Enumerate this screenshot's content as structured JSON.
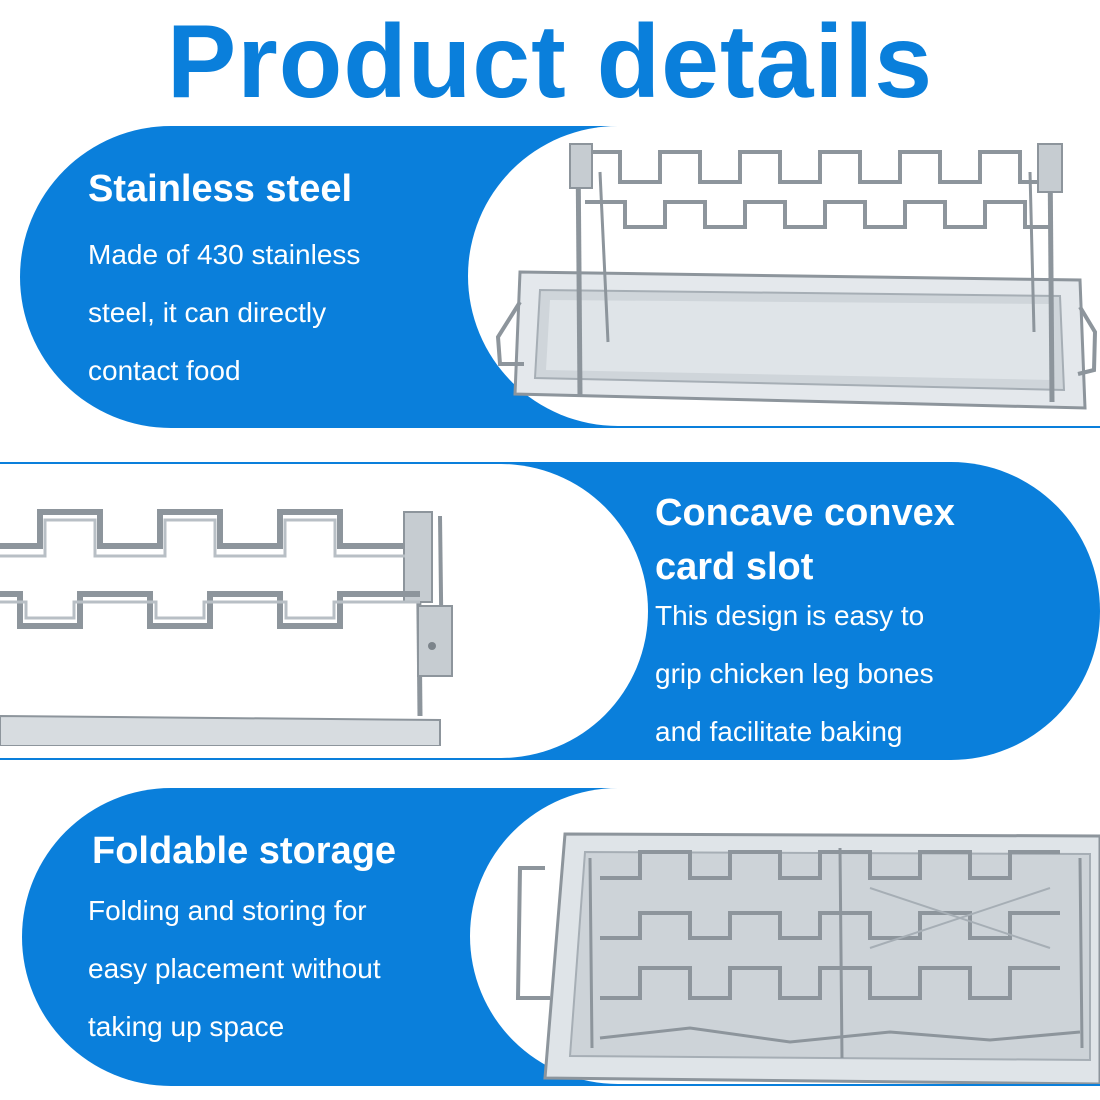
{
  "page_title": "Product details",
  "colors": {
    "brand_blue": "#0a7fdb",
    "background": "#ffffff",
    "steel": "#9aa3ab"
  },
  "sections": [
    {
      "heading": "Stainless steel",
      "lines": [
        "Made of 430 stainless",
        "steel, it can directly",
        "contact food"
      ],
      "image": "stainless-rack-with-drip-tray-photo"
    },
    {
      "heading_lines": [
        "Concave convex",
        "card slot"
      ],
      "lines": [
        "This design is easy to",
        "grip chicken leg bones",
        "and facilitate baking"
      ],
      "image": "rack-slot-closeup-photo"
    },
    {
      "heading": "Foldable storage",
      "lines": [
        "Folding and storing for",
        "easy placement without",
        "taking up space"
      ],
      "image": "folded-rack-in-tray-photo"
    }
  ]
}
